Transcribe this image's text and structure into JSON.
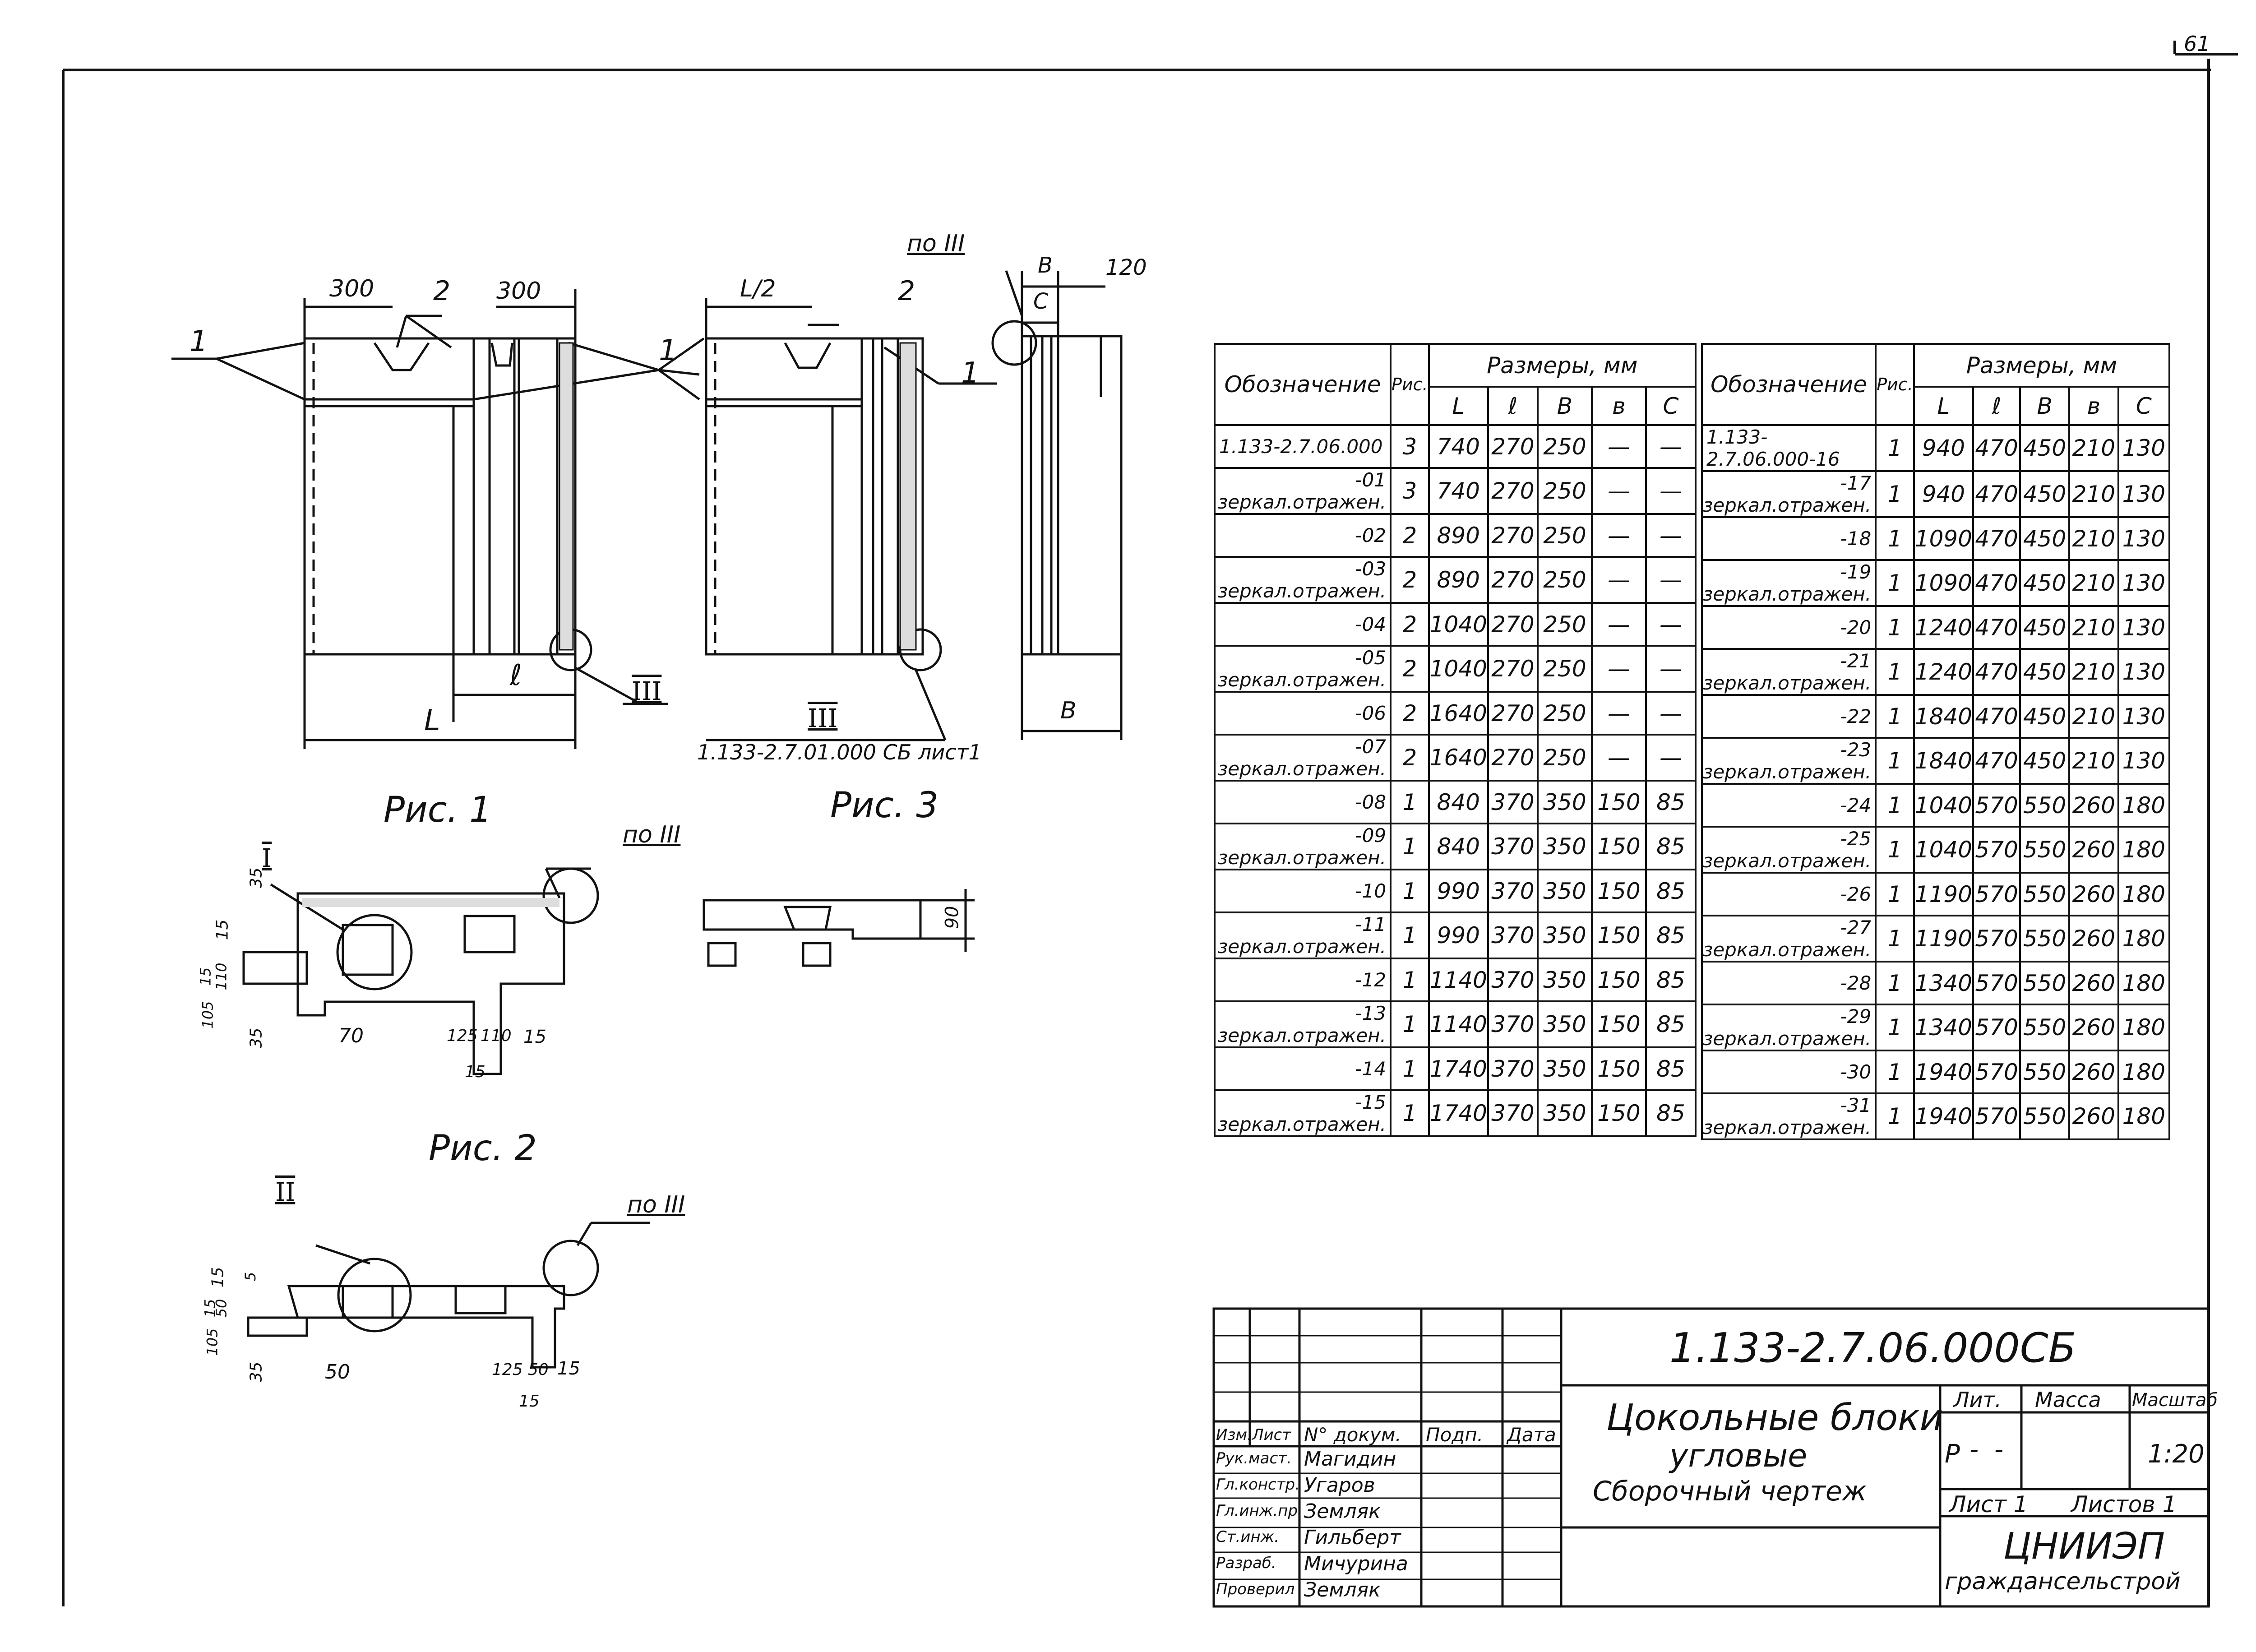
{
  "sheet": {
    "number": "61"
  },
  "drawing": {
    "fig_labels": [
      "Рис. 1",
      "Рис. 2",
      "Рис. 3"
    ],
    "fig1": {
      "dim_a": "300",
      "dim_b": "300",
      "callout_1": "1",
      "callout_2": "2",
      "callout_l": "ℓ",
      "callout_L": "L",
      "callout_node": "III"
    },
    "fig3": {
      "dim_half": "L/2",
      "callout_2": "2",
      "callout_1a": "1",
      "callout_1b": "1",
      "ref_node": "III",
      "ref_doc": "1.133-2.7.01.000 СБ лист1"
    },
    "side": {
      "note": "по III",
      "dim_B": "В",
      "dim_C": "С",
      "dim_120": "120",
      "dim_B2": "В"
    },
    "sec1": {
      "node": "I",
      "note": "по III",
      "d35a": "35",
      "d15": "15",
      "d15b": "15",
      "d110": "110",
      "d105": "105",
      "d35b": "35",
      "d70": "70",
      "d125": "125",
      "d110b": "110",
      "d15c": "15",
      "d15d": "15"
    },
    "sec2": {
      "node": "II",
      "note": "по III",
      "d15": "15",
      "d5": "5",
      "d15b": "15",
      "d50": "50",
      "d105": "105",
      "d35": "35",
      "d50b": "50",
      "d125": "125",
      "d50c": "50",
      "d15c": "15",
      "d15d": "15"
    },
    "sec3": {
      "d90": "90"
    }
  },
  "table": {
    "col_designation": "Обозначение",
    "col_fig": "Рис.",
    "col_sizes": "Размеры, мм",
    "size_cols": [
      "L",
      "ℓ",
      "В",
      "в",
      "С"
    ],
    "left_rows": [
      {
        "des": "1.133-2.7.06.000",
        "fig": "3",
        "L": "740",
        "l": "270",
        "B": "250",
        "b": "—",
        "C": "—"
      },
      {
        "des": "-01 зеркал.отражен.",
        "fig": "3",
        "L": "740",
        "l": "270",
        "B": "250",
        "b": "—",
        "C": "—"
      },
      {
        "des": "-02",
        "fig": "2",
        "L": "890",
        "l": "270",
        "B": "250",
        "b": "—",
        "C": "—"
      },
      {
        "des": "-03 зеркал.отражен.",
        "fig": "2",
        "L": "890",
        "l": "270",
        "B": "250",
        "b": "—",
        "C": "—"
      },
      {
        "des": "-04",
        "fig": "2",
        "L": "1040",
        "l": "270",
        "B": "250",
        "b": "—",
        "C": "—"
      },
      {
        "des": "-05 зеркал.отражен.",
        "fig": "2",
        "L": "1040",
        "l": "270",
        "B": "250",
        "b": "—",
        "C": "—"
      },
      {
        "des": "-06",
        "fig": "2",
        "L": "1640",
        "l": "270",
        "B": "250",
        "b": "—",
        "C": "—"
      },
      {
        "des": "-07 зеркал.отражен.",
        "fig": "2",
        "L": "1640",
        "l": "270",
        "B": "250",
        "b": "—",
        "C": "—"
      },
      {
        "des": "-08",
        "fig": "1",
        "L": "840",
        "l": "370",
        "B": "350",
        "b": "150",
        "C": "85"
      },
      {
        "des": "-09 зеркал.отражен.",
        "fig": "1",
        "L": "840",
        "l": "370",
        "B": "350",
        "b": "150",
        "C": "85"
      },
      {
        "des": "-10",
        "fig": "1",
        "L": "990",
        "l": "370",
        "B": "350",
        "b": "150",
        "C": "85"
      },
      {
        "des": "-11 зеркал.отражен.",
        "fig": "1",
        "L": "990",
        "l": "370",
        "B": "350",
        "b": "150",
        "C": "85"
      },
      {
        "des": "-12",
        "fig": "1",
        "L": "1140",
        "l": "370",
        "B": "350",
        "b": "150",
        "C": "85"
      },
      {
        "des": "-13 зеркал.отражен.",
        "fig": "1",
        "L": "1140",
        "l": "370",
        "B": "350",
        "b": "150",
        "C": "85"
      },
      {
        "des": "-14",
        "fig": "1",
        "L": "1740",
        "l": "370",
        "B": "350",
        "b": "150",
        "C": "85"
      },
      {
        "des": "-15 зеркал.отражен.",
        "fig": "1",
        "L": "1740",
        "l": "370",
        "B": "350",
        "b": "150",
        "C": "85"
      }
    ],
    "right_rows": [
      {
        "des": "1.133-2.7.06.000-16",
        "fig": "1",
        "L": "940",
        "l": "470",
        "B": "450",
        "b": "210",
        "C": "130"
      },
      {
        "des": "-17 зеркал.отражен.",
        "fig": "1",
        "L": "940",
        "l": "470",
        "B": "450",
        "b": "210",
        "C": "130"
      },
      {
        "des": "-18",
        "fig": "1",
        "L": "1090",
        "l": "470",
        "B": "450",
        "b": "210",
        "C": "130"
      },
      {
        "des": "-19 зеркал.отражен.",
        "fig": "1",
        "L": "1090",
        "l": "470",
        "B": "450",
        "b": "210",
        "C": "130"
      },
      {
        "des": "-20",
        "fig": "1",
        "L": "1240",
        "l": "470",
        "B": "450",
        "b": "210",
        "C": "130"
      },
      {
        "des": "-21 зеркал.отражен.",
        "fig": "1",
        "L": "1240",
        "l": "470",
        "B": "450",
        "b": "210",
        "C": "130"
      },
      {
        "des": "-22",
        "fig": "1",
        "L": "1840",
        "l": "470",
        "B": "450",
        "b": "210",
        "C": "130"
      },
      {
        "des": "-23 зеркал.отражен.",
        "fig": "1",
        "L": "1840",
        "l": "470",
        "B": "450",
        "b": "210",
        "C": "130"
      },
      {
        "des": "-24",
        "fig": "1",
        "L": "1040",
        "l": "570",
        "B": "550",
        "b": "260",
        "C": "180"
      },
      {
        "des": "-25 зеркал.отражен.",
        "fig": "1",
        "L": "1040",
        "l": "570",
        "B": "550",
        "b": "260",
        "C": "180"
      },
      {
        "des": "-26",
        "fig": "1",
        "L": "1190",
        "l": "570",
        "B": "550",
        "b": "260",
        "C": "180"
      },
      {
        "des": "-27 зеркал.отражен.",
        "fig": "1",
        "L": "1190",
        "l": "570",
        "B": "550",
        "b": "260",
        "C": "180"
      },
      {
        "des": "-28",
        "fig": "1",
        "L": "1340",
        "l": "570",
        "B": "550",
        "b": "260",
        "C": "180"
      },
      {
        "des": "-29 зеркал.отражен.",
        "fig": "1",
        "L": "1340",
        "l": "570",
        "B": "550",
        "b": "260",
        "C": "180"
      },
      {
        "des": "-30",
        "fig": "1",
        "L": "1940",
        "l": "570",
        "B": "550",
        "b": "260",
        "C": "180"
      },
      {
        "des": "-31 зеркал.отражен.",
        "fig": "1",
        "L": "1940",
        "l": "570",
        "B": "550",
        "b": "260",
        "C": "180"
      }
    ]
  },
  "title_block": {
    "doc_code": "1.133-2.7.06.000СБ",
    "title_line1": "Цокольные блоки",
    "title_line2": "угловые",
    "title_line3": "Сборочный чертеж",
    "col_izm": "Изм.",
    "col_list": "Лист",
    "col_doc": "N° докум.",
    "col_sign": "Подп.",
    "col_date": "Дата",
    "staff": [
      {
        "role": "Рук.маст.",
        "name": "Магидин"
      },
      {
        "role": "Гл.констр.",
        "name": "Угаров"
      },
      {
        "role": "Гл.инж.пр.",
        "name": "Земляк"
      },
      {
        "role": "Ст.инж.",
        "name": "Гильберт"
      },
      {
        "role": "Разраб.",
        "name": "Мичурина"
      },
      {
        "role": "Проверил",
        "name": "Земляк"
      }
    ],
    "lit_label": "Лит.",
    "mass_label": "Масса",
    "scale_label": "Масштаб",
    "lit_value": "Р",
    "lit_dash1": "-",
    "lit_dash2": "-",
    "scale_value": "1:20",
    "sheet_label": "Лист 1",
    "sheets_label": "Листов 1",
    "org_name": "ЦНИИЭП",
    "org_sub": "граждансельстрой"
  }
}
